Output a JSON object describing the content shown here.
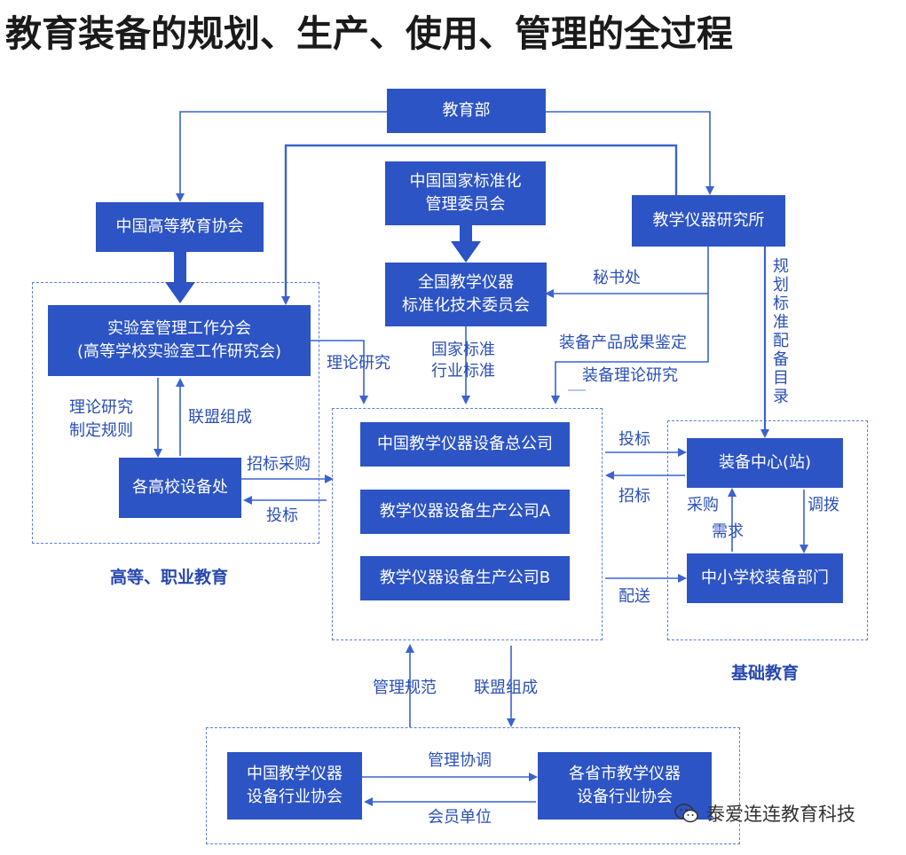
{
  "title": "教育装备的规划、生产、使用、管理的全过程",
  "nodes": {
    "moe": "教育部",
    "cahe": "中国高等教育协会",
    "sac": [
      "中国国家标准化",
      "管理委员会"
    ],
    "institute": "教学仪器研究所",
    "natcommittee": [
      "全国教学仪器",
      "标准化技术委员会"
    ],
    "labbranch": [
      "实验室管理工作分会",
      "(高等学校实验室工作研究会)"
    ],
    "univdept": "各高校设备处",
    "corp_general": "中国教学仪器设备总公司",
    "corp_a": "教学仪器设备生产公司A",
    "corp_b": "教学仪器设备生产公司B",
    "center": "装备中心(站)",
    "schooldept": "中小学校装备部门",
    "assoc_china": [
      "中国教学仪器",
      "设备行业协会"
    ],
    "assoc_prov": [
      "各省市教学仪器",
      "设备行业协会"
    ]
  },
  "labels": {
    "secretariat": "秘书处",
    "product_eval": "装备产品成果鉴定",
    "equip_theory": "装备理论研究",
    "std": [
      "国家标准",
      "行业标准"
    ],
    "theory_research": "理论研究",
    "theory_rules": [
      "理论研究",
      "制定规则"
    ],
    "alliance_left": "联盟组成",
    "bid_purchase": "招标采购",
    "bid_left": "投标",
    "bid_right": "投标",
    "tender": "招标",
    "purchase": "采购",
    "demand": "需求",
    "allocate": "调拨",
    "deliver": "配送",
    "mgmt_norm": "管理规范",
    "alliance_bottom": "联盟组成",
    "mgmt_coord": "管理协调",
    "member": "会员单位",
    "plan_vertical": "规划标准配备目录"
  },
  "regions": {
    "higher": "高等、职业教育",
    "basic": "基础教育"
  },
  "watermark": "泰爱连连教育科技",
  "colors": {
    "box": "#2d54c4",
    "line": "#3a63d0",
    "text": "#2b4fb8"
  }
}
